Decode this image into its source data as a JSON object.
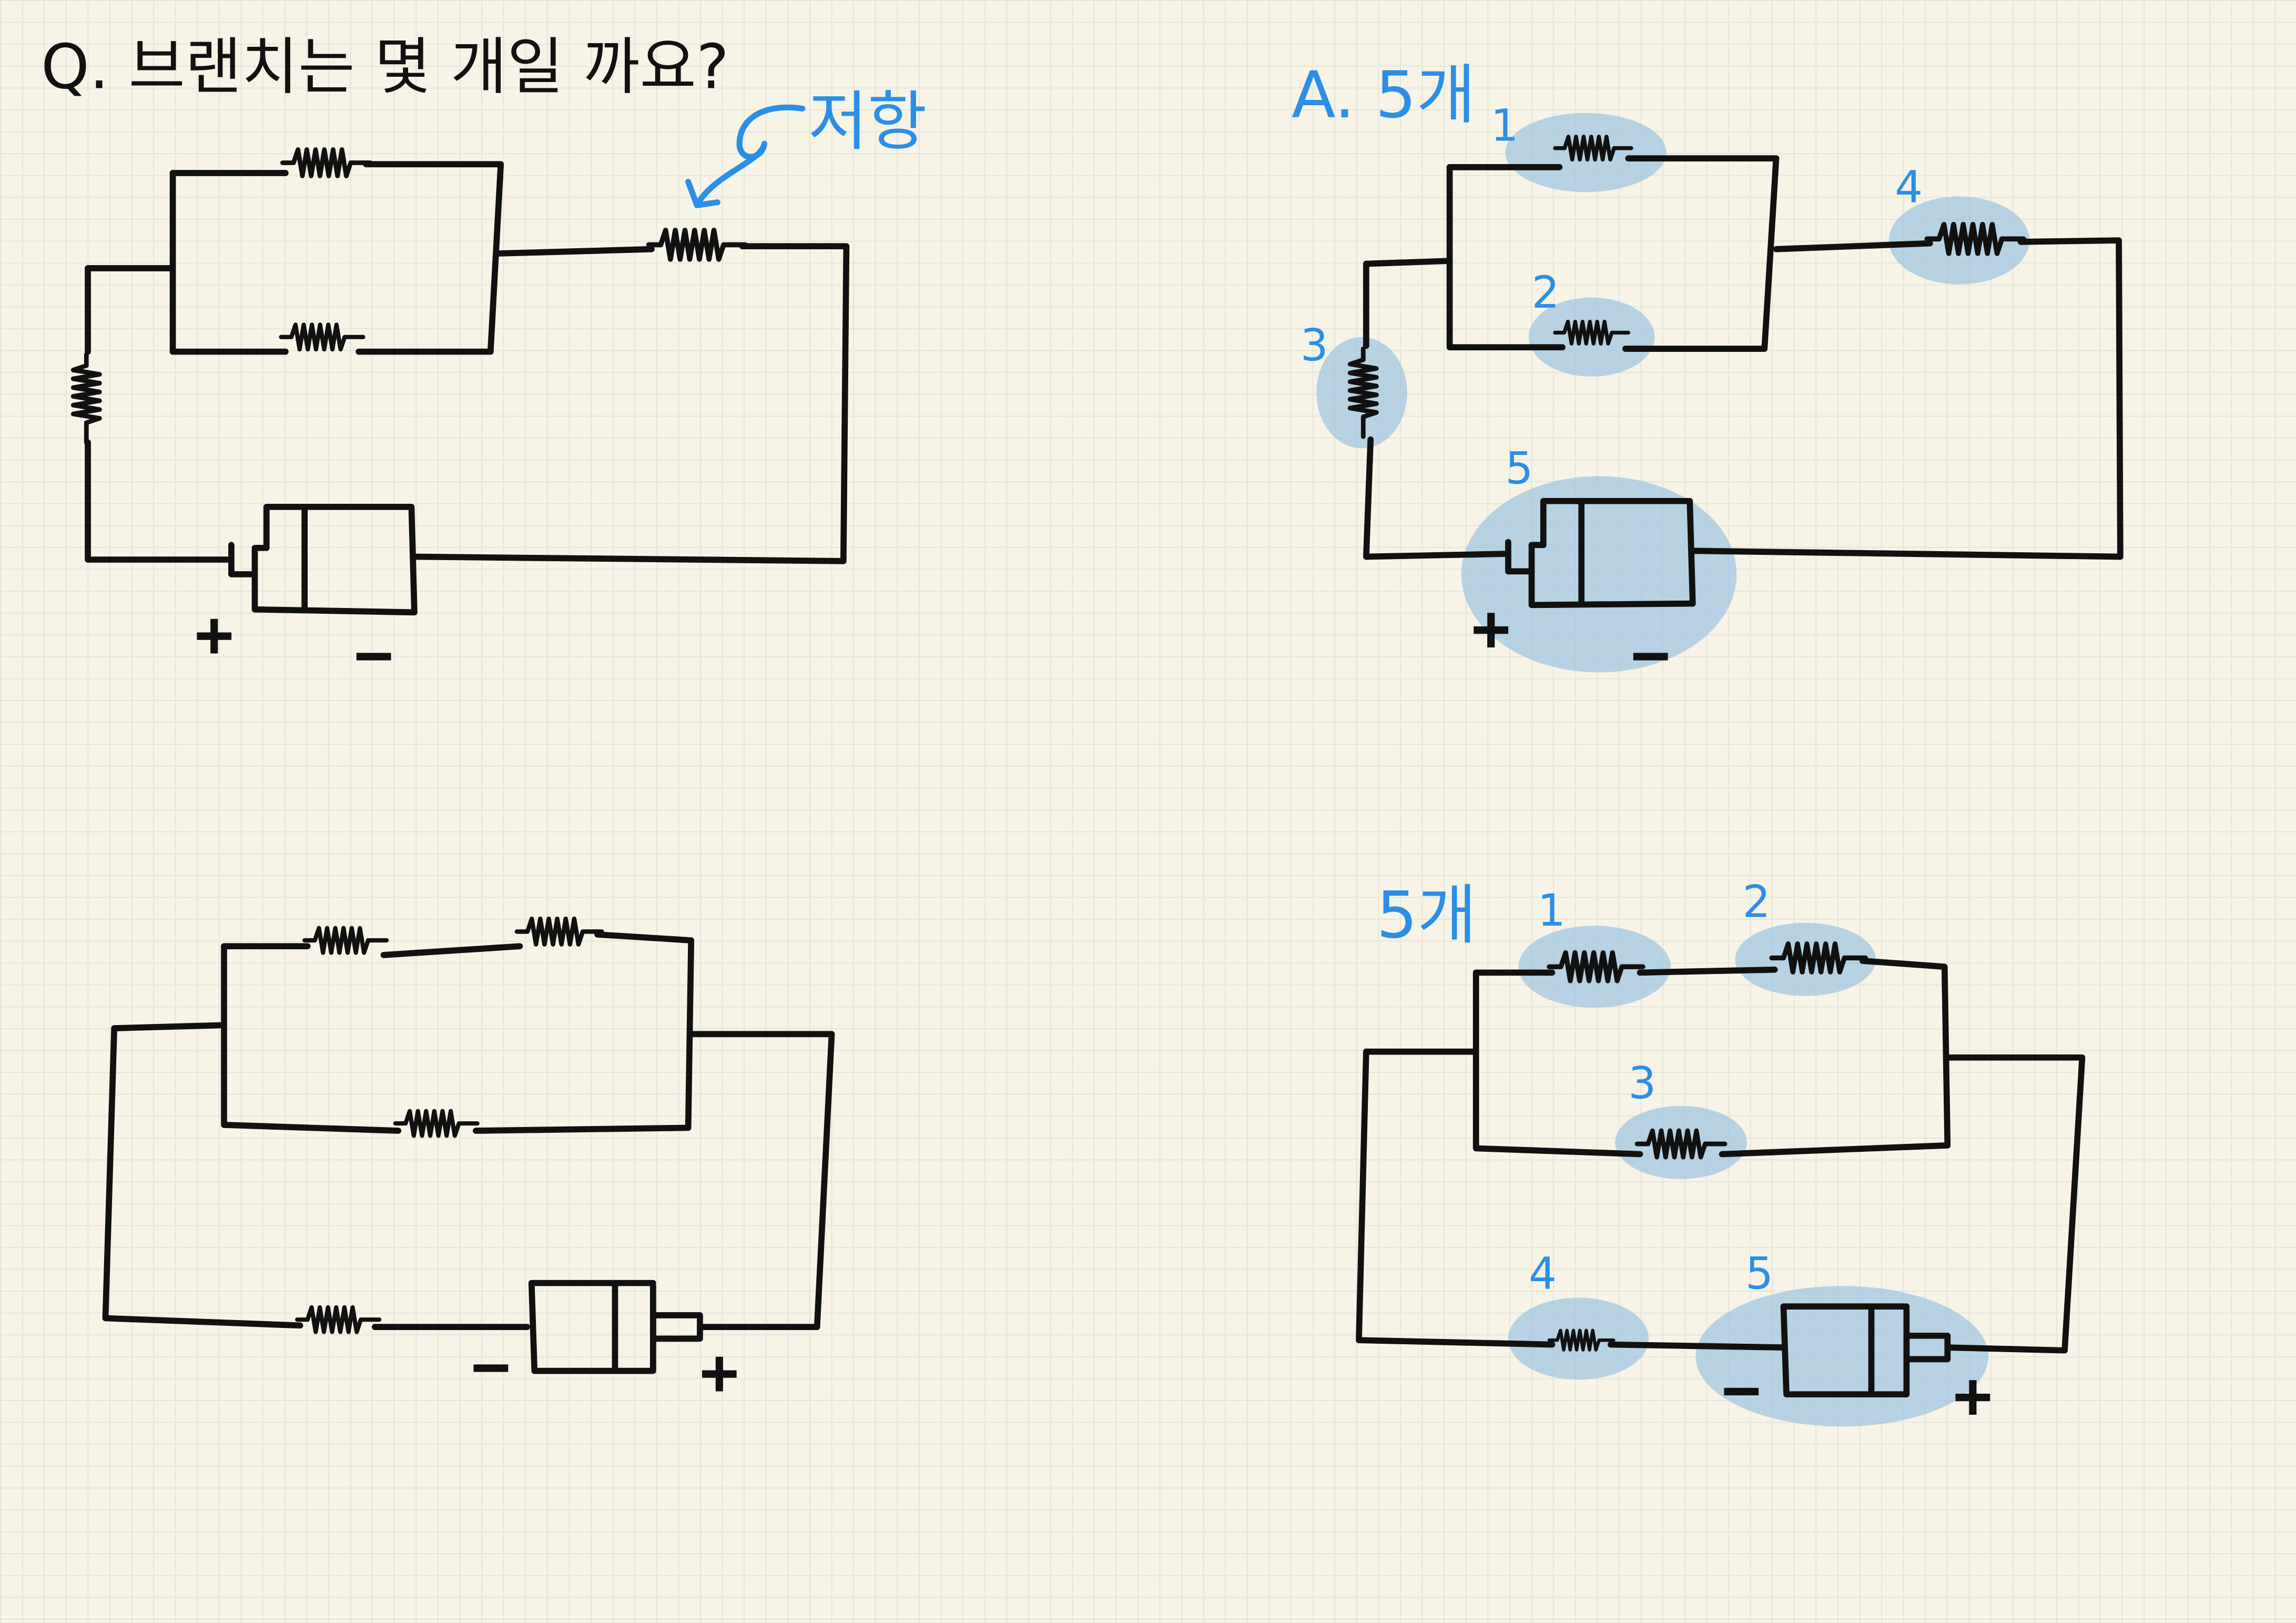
{
  "question": "Q. 브랜치는 몇 개일 까요?",
  "resistor_note": "저항",
  "answer": "A. 5개",
  "answer_bottom": "5개",
  "plus_sign": "+",
  "minus_sign": "−",
  "branch_numbers": [
    "1",
    "2",
    "3",
    "4",
    "5"
  ],
  "colors": {
    "ink": "#111111",
    "pen_blue": "#2b8fe6",
    "highlight": "#9ec5e2",
    "paper": "#f7f3e6",
    "grid": "#e3e6da"
  }
}
